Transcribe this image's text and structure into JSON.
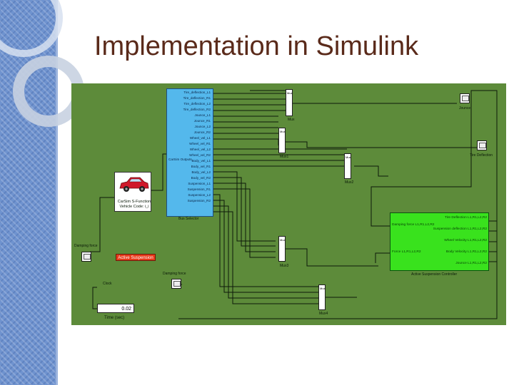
{
  "slide": {
    "title": "Implementation in Simulink"
  },
  "model": {
    "bus": {
      "input_label": "CarSim Outputs",
      "ports": [
        "Tire_deflection_L1",
        "Tire_deflection_R1",
        "Tire_deflection_L2",
        "Tire_deflection_R2",
        "Jounce_L1",
        "Jounce_R1",
        "Jounce_L2",
        "Jounce_R2",
        "Wheel_vel_L1",
        "Wheel_vel_R1",
        "Wheel_vel_L2",
        "Wheel_vel_R2",
        "Body_vel_L1",
        "Body_vel_R1",
        "Body_vel_L2",
        "Body_vel_R2",
        "Suspension_L1",
        "Suspension_R1",
        "Suspension_L2",
        "Suspension_R2"
      ],
      "caption": "Bus Selector"
    },
    "vehicle": {
      "caption_line1": "CarSim S-Function",
      "caption_line2": "Vehicle Code: i_i"
    },
    "mux_blocks": [
      {
        "caption": "Mux"
      },
      {
        "caption": "Mux1"
      },
      {
        "caption": "Mux2"
      },
      {
        "caption": "Mux3"
      },
      {
        "caption": "Mux4"
      }
    ],
    "scopes": {
      "jounce": "Jounce",
      "tire_deflection": "Tire Deflection",
      "damping_force": "Damping force",
      "damping_force_2": "Damping force"
    },
    "controller": {
      "title": "Active Suspension Controller",
      "inputs": [
        "Damping force L1,R1,L2,R2",
        "Force L1,R1,L2,R2"
      ],
      "outputs": [
        "Tire Deflection L1,R1,L2,R2",
        "Suspension deflection L1,R1,L2,R2",
        "Wheel Velocity L1,R1,L2,R2",
        "Body Velocity L1,R1,L2,R2",
        "Jounce L1,R1,L2,R2"
      ]
    },
    "active_suspension_label": "Active Suspension",
    "clock_label": "Clock",
    "time_display": {
      "value": "0.02",
      "caption": "Time (sec)"
    },
    "input_mux_label": "Mux"
  },
  "colors": {
    "canvas_bg": "#5d8b3a",
    "bus_block": "#54b8ec",
    "controller_block": "#39e21d",
    "active_button": "#e83a1a",
    "title_text": "#5a2a1a",
    "side_band": "#6f93cf"
  }
}
